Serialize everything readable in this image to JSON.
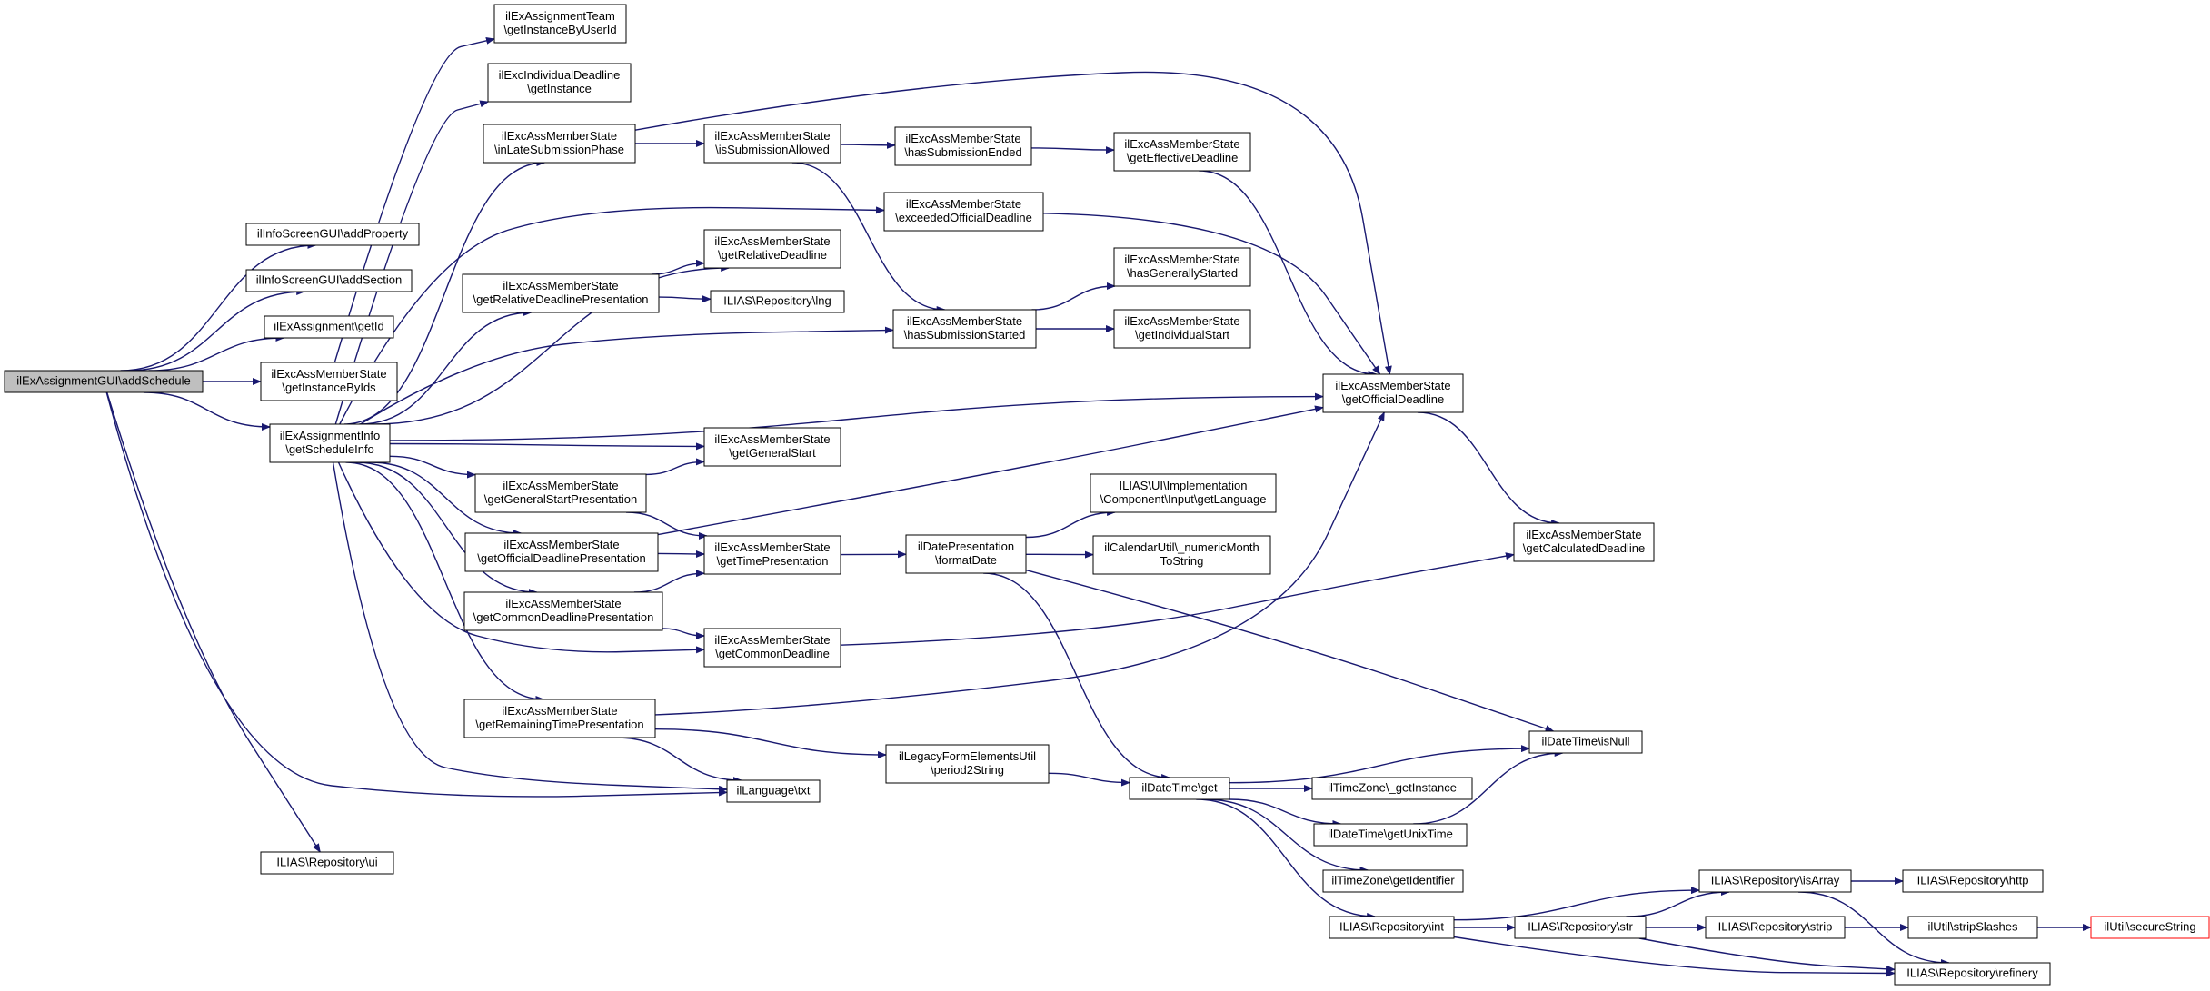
{
  "colors": {
    "edge": "#191970",
    "box": "#000000",
    "root_fill": "#bfbfbf",
    "highlight": "#ff0000",
    "background": "#ffffff"
  },
  "nodes": [
    {
      "id": "addSchedule",
      "lines": [
        "ilExAssignmentGUI\\addSchedule"
      ],
      "style": "root"
    },
    {
      "id": "addProperty",
      "lines": [
        "ilInfoScreenGUI\\addProperty"
      ]
    },
    {
      "id": "addSection",
      "lines": [
        "ilInfoScreenGUI\\addSection"
      ]
    },
    {
      "id": "getId",
      "lines": [
        "ilExAssignment\\getId"
      ]
    },
    {
      "id": "getInstanceByIds",
      "lines": [
        "ilExcAssMemberState",
        "\\getInstanceByIds"
      ]
    },
    {
      "id": "getScheduleInfo",
      "lines": [
        "ilExAssignmentInfo",
        "\\getScheduleInfo"
      ]
    },
    {
      "id": "repoUi",
      "lines": [
        "ILIAS\\Repository\\ui"
      ]
    },
    {
      "id": "teamGetInstance",
      "lines": [
        "ilExAssignmentTeam",
        "\\getInstanceByUserId"
      ]
    },
    {
      "id": "indivDeadline",
      "lines": [
        "ilExcIndividualDeadline",
        "\\getInstance"
      ]
    },
    {
      "id": "inLateSubmission",
      "lines": [
        "ilExcAssMemberState",
        "\\inLateSubmissionPhase"
      ]
    },
    {
      "id": "getRelDeadlinePres",
      "lines": [
        "ilExcAssMemberState",
        "\\getRelativeDeadlinePresentation"
      ]
    },
    {
      "id": "getGenStartPres",
      "lines": [
        "ilExcAssMemberState",
        "\\getGeneralStartPresentation"
      ]
    },
    {
      "id": "getOffDeadlinePres",
      "lines": [
        "ilExcAssMemberState",
        "\\getOfficialDeadlinePresentation"
      ]
    },
    {
      "id": "getComDeadlinePres",
      "lines": [
        "ilExcAssMemberState",
        "\\getCommonDeadlinePresentation"
      ]
    },
    {
      "id": "getRemTimePres",
      "lines": [
        "ilExcAssMemberState",
        "\\getRemainingTimePresentation"
      ]
    },
    {
      "id": "isSubAllowed",
      "lines": [
        "ilExcAssMemberState",
        "\\isSubmissionAllowed"
      ]
    },
    {
      "id": "getRelDeadline",
      "lines": [
        "ilExcAssMemberState",
        "\\getRelativeDeadline"
      ]
    },
    {
      "id": "repoLng",
      "lines": [
        "ILIAS\\Repository\\lng"
      ]
    },
    {
      "id": "getGenStart",
      "lines": [
        "ilExcAssMemberState",
        "\\getGeneralStart"
      ]
    },
    {
      "id": "getTimePres",
      "lines": [
        "ilExcAssMemberState",
        "\\getTimePresentation"
      ]
    },
    {
      "id": "getComDeadline",
      "lines": [
        "ilExcAssMemberState",
        "\\getCommonDeadline"
      ]
    },
    {
      "id": "langTxt",
      "lines": [
        "ilLanguage\\txt"
      ]
    },
    {
      "id": "hasSubEnded",
      "lines": [
        "ilExcAssMemberState",
        "\\hasSubmissionEnded"
      ]
    },
    {
      "id": "exceededOff",
      "lines": [
        "ilExcAssMemberState",
        "\\exceededOfficialDeadline"
      ]
    },
    {
      "id": "hasSubStarted",
      "lines": [
        "ilExcAssMemberState",
        "\\hasSubmissionStarted"
      ]
    },
    {
      "id": "formatDate",
      "lines": [
        "ilDatePresentation",
        "\\formatDate"
      ]
    },
    {
      "id": "period2String",
      "lines": [
        "ilLegacyFormElementsUtil",
        "\\period2String"
      ]
    },
    {
      "id": "getEffDeadline",
      "lines": [
        "ilExcAssMemberState",
        "\\getEffectiveDeadline"
      ]
    },
    {
      "id": "hasGenStarted",
      "lines": [
        "ilExcAssMemberState",
        "\\hasGenerallyStarted"
      ]
    },
    {
      "id": "getIndivStart",
      "lines": [
        "ilExcAssMemberState",
        "\\getIndividualStart"
      ]
    },
    {
      "id": "uiGetLanguage",
      "lines": [
        "ILIAS\\UI\\Implementation",
        "\\Component\\Input\\getLanguage"
      ]
    },
    {
      "id": "numericMonth",
      "lines": [
        "ilCalendarUtil\\_numericMonth",
        "ToString"
      ]
    },
    {
      "id": "dtGet",
      "lines": [
        "ilDateTime\\get"
      ]
    },
    {
      "id": "getOffDeadline",
      "lines": [
        "ilExcAssMemberState",
        "\\getOfficialDeadline"
      ]
    },
    {
      "id": "tzGetInstance",
      "lines": [
        "ilTimeZone\\_getInstance"
      ]
    },
    {
      "id": "getUnixTime",
      "lines": [
        "ilDateTime\\getUnixTime"
      ]
    },
    {
      "id": "tzGetIdentifier",
      "lines": [
        "ilTimeZone\\getIdentifier"
      ]
    },
    {
      "id": "repoInt",
      "lines": [
        "ILIAS\\Repository\\int"
      ]
    },
    {
      "id": "getCalcDeadline",
      "lines": [
        "ilExcAssMemberState",
        "\\getCalculatedDeadline"
      ]
    },
    {
      "id": "isNull",
      "lines": [
        "ilDateTime\\isNull"
      ]
    },
    {
      "id": "repoStr",
      "lines": [
        "ILIAS\\Repository\\str"
      ]
    },
    {
      "id": "repoIsArray",
      "lines": [
        "ILIAS\\Repository\\isArray"
      ]
    },
    {
      "id": "repoStrip",
      "lines": [
        "ILIAS\\Repository\\strip"
      ]
    },
    {
      "id": "repoRefinery",
      "lines": [
        "ILIAS\\Repository\\refinery"
      ]
    },
    {
      "id": "repoHttp",
      "lines": [
        "ILIAS\\Repository\\http"
      ]
    },
    {
      "id": "stripSlashes",
      "lines": [
        "ilUtil\\stripSlashes"
      ]
    },
    {
      "id": "secureString",
      "lines": [
        "ilUtil\\secureString"
      ],
      "style": "highlight"
    }
  ],
  "edges": [
    [
      "addSchedule",
      "addProperty"
    ],
    [
      "addSchedule",
      "addSection"
    ],
    [
      "addSchedule",
      "getId"
    ],
    [
      "addSchedule",
      "getInstanceByIds"
    ],
    [
      "addSchedule",
      "getScheduleInfo"
    ],
    [
      "addSchedule",
      "langTxt"
    ],
    [
      "addSchedule",
      "repoUi"
    ],
    [
      "getInstanceByIds",
      "teamGetInstance"
    ],
    [
      "getScheduleInfo",
      "indivDeadline"
    ],
    [
      "getScheduleInfo",
      "inLateSubmission"
    ],
    [
      "getScheduleInfo",
      "exceededOff"
    ],
    [
      "getScheduleInfo",
      "getRelDeadline"
    ],
    [
      "getScheduleInfo",
      "getRelDeadlinePres"
    ],
    [
      "getScheduleInfo",
      "hasSubStarted"
    ],
    [
      "getScheduleInfo",
      "getOffDeadline"
    ],
    [
      "getScheduleInfo",
      "getGenStart"
    ],
    [
      "getScheduleInfo",
      "getGenStartPres"
    ],
    [
      "getScheduleInfo",
      "getOffDeadlinePres"
    ],
    [
      "getScheduleInfo",
      "getComDeadlinePres"
    ],
    [
      "getScheduleInfo",
      "getComDeadline"
    ],
    [
      "getScheduleInfo",
      "getRemTimePres"
    ],
    [
      "getScheduleInfo",
      "langTxt"
    ],
    [
      "inLateSubmission",
      "getOffDeadline"
    ],
    [
      "inLateSubmission",
      "isSubAllowed"
    ],
    [
      "isSubAllowed",
      "hasSubEnded"
    ],
    [
      "isSubAllowed",
      "hasSubStarted"
    ],
    [
      "hasSubEnded",
      "getEffDeadline"
    ],
    [
      "getEffDeadline",
      "getOffDeadline"
    ],
    [
      "exceededOff",
      "getOffDeadline"
    ],
    [
      "getRelDeadlinePres",
      "getRelDeadline"
    ],
    [
      "getRelDeadlinePres",
      "repoLng"
    ],
    [
      "hasSubStarted",
      "hasGenStarted"
    ],
    [
      "hasSubStarted",
      "getIndivStart"
    ],
    [
      "getOffDeadline",
      "getCalcDeadline"
    ],
    [
      "getGenStartPres",
      "getGenStart"
    ],
    [
      "getGenStartPres",
      "getTimePres"
    ],
    [
      "getOffDeadlinePres",
      "getOffDeadline"
    ],
    [
      "getOffDeadlinePres",
      "getTimePres"
    ],
    [
      "getComDeadlinePres",
      "getTimePres"
    ],
    [
      "getComDeadlinePres",
      "getComDeadline"
    ],
    [
      "getComDeadline",
      "getCalcDeadline"
    ],
    [
      "getTimePres",
      "formatDate"
    ],
    [
      "formatDate",
      "uiGetLanguage"
    ],
    [
      "formatDate",
      "numericMonth"
    ],
    [
      "formatDate",
      "isNull"
    ],
    [
      "formatDate",
      "dtGet"
    ],
    [
      "getRemTimePres",
      "getOffDeadline"
    ],
    [
      "getRemTimePres",
      "period2String"
    ],
    [
      "getRemTimePres",
      "langTxt"
    ],
    [
      "period2String",
      "dtGet"
    ],
    [
      "dtGet",
      "isNull"
    ],
    [
      "dtGet",
      "tzGetInstance"
    ],
    [
      "dtGet",
      "getUnixTime"
    ],
    [
      "dtGet",
      "tzGetIdentifier"
    ],
    [
      "dtGet",
      "repoInt"
    ],
    [
      "getUnixTime",
      "isNull"
    ],
    [
      "repoInt",
      "repoIsArray"
    ],
    [
      "repoInt",
      "repoStr"
    ],
    [
      "repoInt",
      "repoRefinery"
    ],
    [
      "repoStr",
      "repoIsArray"
    ],
    [
      "repoStr",
      "repoStrip"
    ],
    [
      "repoStr",
      "repoRefinery"
    ],
    [
      "repoIsArray",
      "repoHttp"
    ],
    [
      "repoIsArray",
      "repoRefinery"
    ],
    [
      "repoStrip",
      "stripSlashes"
    ],
    [
      "stripSlashes",
      "secureString"
    ]
  ]
}
